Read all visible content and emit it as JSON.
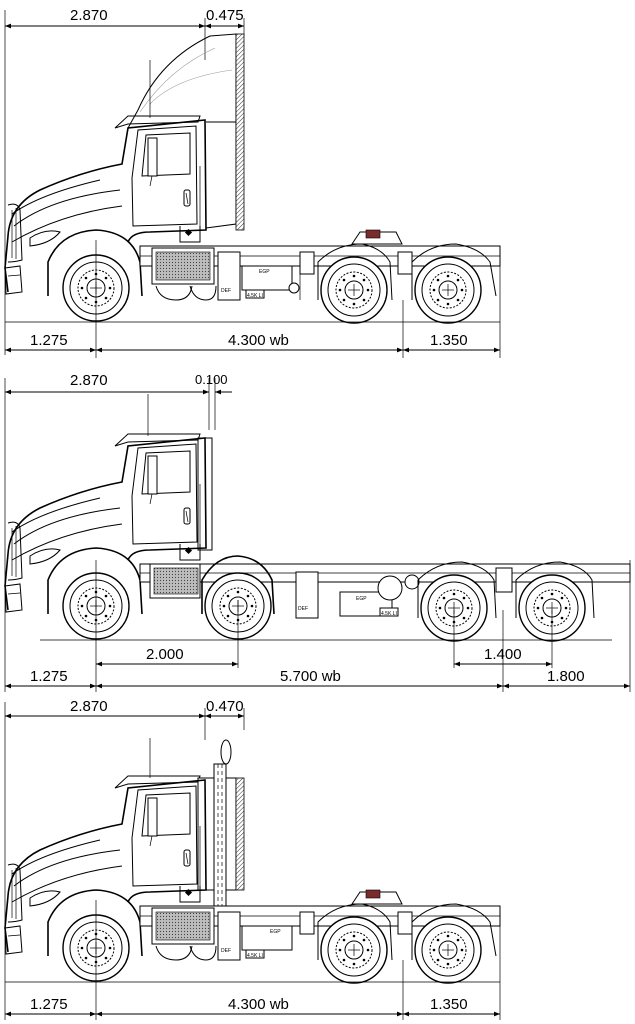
{
  "diagrams": [
    {
      "id": "top",
      "labels": {
        "cab": "2.870",
        "gap": "0.475",
        "front_overhang": "1.275",
        "wheelbase": "4.300 wb",
        "rear_overhang": "1.350",
        "def": "DEF",
        "egp": "EGP",
        "tag": "4.5K LI"
      }
    },
    {
      "id": "middle",
      "labels": {
        "cab": "2.870",
        "gap": "0.100",
        "front_overhang": "1.275",
        "wheelbase": "5.700 wb",
        "rear_overhang": "1.800",
        "axle_spread_front": "2.000",
        "axle_spread_rear": "1.400",
        "def": "DEF",
        "egp": "EGP",
        "tag": "4.5K LI"
      }
    },
    {
      "id": "bottom",
      "labels": {
        "cab": "2.870",
        "gap": "0.470",
        "front_overhang": "1.275",
        "wheelbase": "4.300 wb",
        "rear_overhang": "1.350",
        "def": "DEF",
        "egp": "EGP",
        "tag": "4.5K LI"
      }
    }
  ]
}
